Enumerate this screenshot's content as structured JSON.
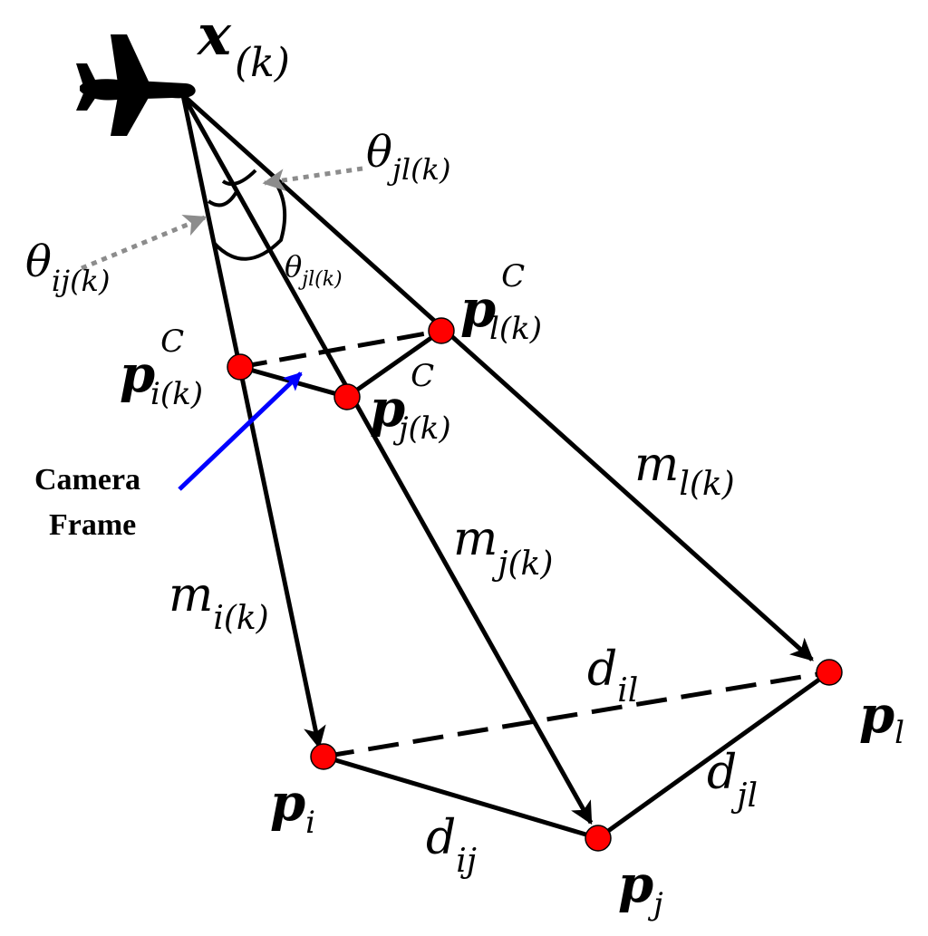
{
  "colors": {
    "line": "#000000",
    "point": "#ff0000",
    "angle_arrow": "#8c8c8c",
    "camera_arrow": "#0000ff"
  },
  "icons": {
    "aircraft": "airplane-icon"
  },
  "labels": {
    "x_k": {
      "base": "x",
      "sub": "(k)"
    },
    "theta_jl_top": {
      "base": "θ",
      "sub": "jl(k)"
    },
    "theta_ij": {
      "base": "θ",
      "sub": "ij(k)"
    },
    "theta_jl_inner": {
      "base": "θ",
      "sub": "jl(k)"
    },
    "p_l_C": {
      "base": "p",
      "sub": "l(k)",
      "sup": "C"
    },
    "p_i_C": {
      "base": "p",
      "sub": "i(k)",
      "sup": "C"
    },
    "p_j_C": {
      "base": "p",
      "sub": "j(k)",
      "sup": "C"
    },
    "m_l": {
      "base": "m",
      "sub": "l(k)"
    },
    "m_j": {
      "base": "m",
      "sub": "j(k)"
    },
    "m_i": {
      "base": "m",
      "sub": "i(k)"
    },
    "d_il": {
      "base": "d",
      "sub": "il"
    },
    "d_jl": {
      "base": "d",
      "sub": "jl"
    },
    "d_ij": {
      "base": "d",
      "sub": "ij"
    },
    "p_l": {
      "base": "p",
      "sub": "l"
    },
    "p_i": {
      "base": "p",
      "sub": "i"
    },
    "p_j": {
      "base": "p",
      "sub": "j"
    }
  },
  "camera_frame": {
    "line1": "Camera",
    "line2": "Frame"
  }
}
